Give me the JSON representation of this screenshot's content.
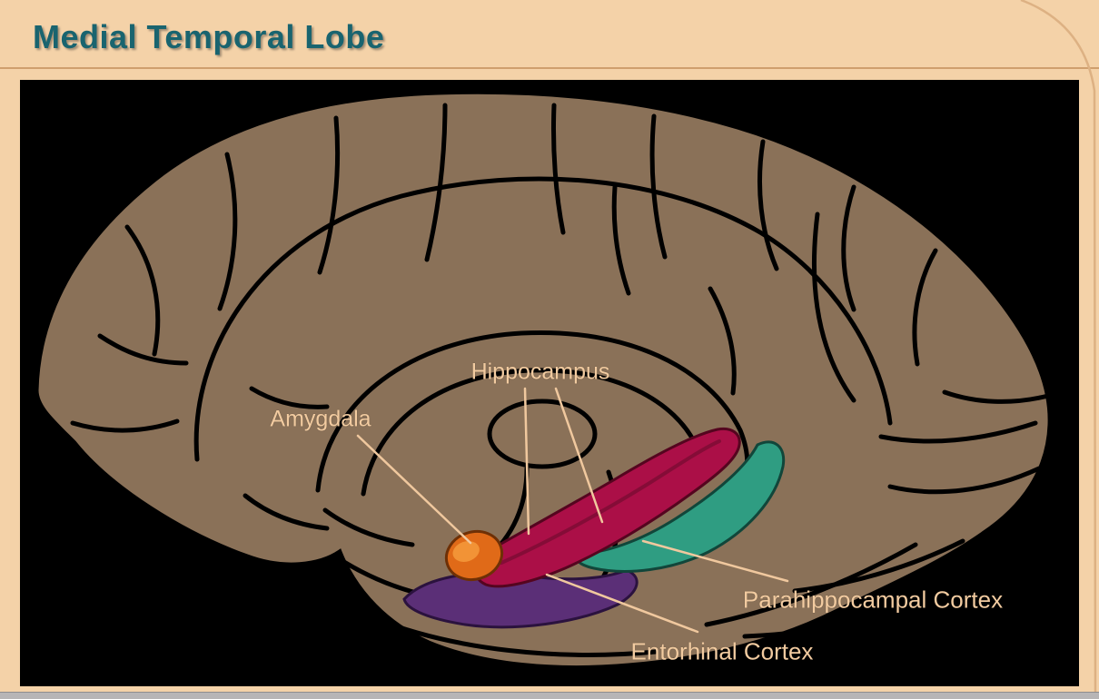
{
  "slide": {
    "title": "Medial Temporal Lobe"
  },
  "colors": {
    "slide_background": "#f4d2a8",
    "title_text": "#19646f",
    "label_text": "#f2cba0",
    "panel_background": "#000000",
    "brain_body": "#8a7158",
    "divider": "#cf9f6e"
  },
  "diagram": {
    "description": "Medial (sagittal) view of the brain with medial temporal lobe structures highlighted",
    "structures": {
      "amygdala": {
        "label": "Amygdala",
        "color": "#e06a18"
      },
      "hippocampus": {
        "label": "Hippocampus",
        "color": "#ab0f47"
      },
      "parahippocampal": {
        "label": "Parahippocampal Cortex",
        "color": "#2f9d82"
      },
      "entorhinal": {
        "label": "Entorhinal Cortex",
        "color": "#5b2f77"
      }
    }
  }
}
